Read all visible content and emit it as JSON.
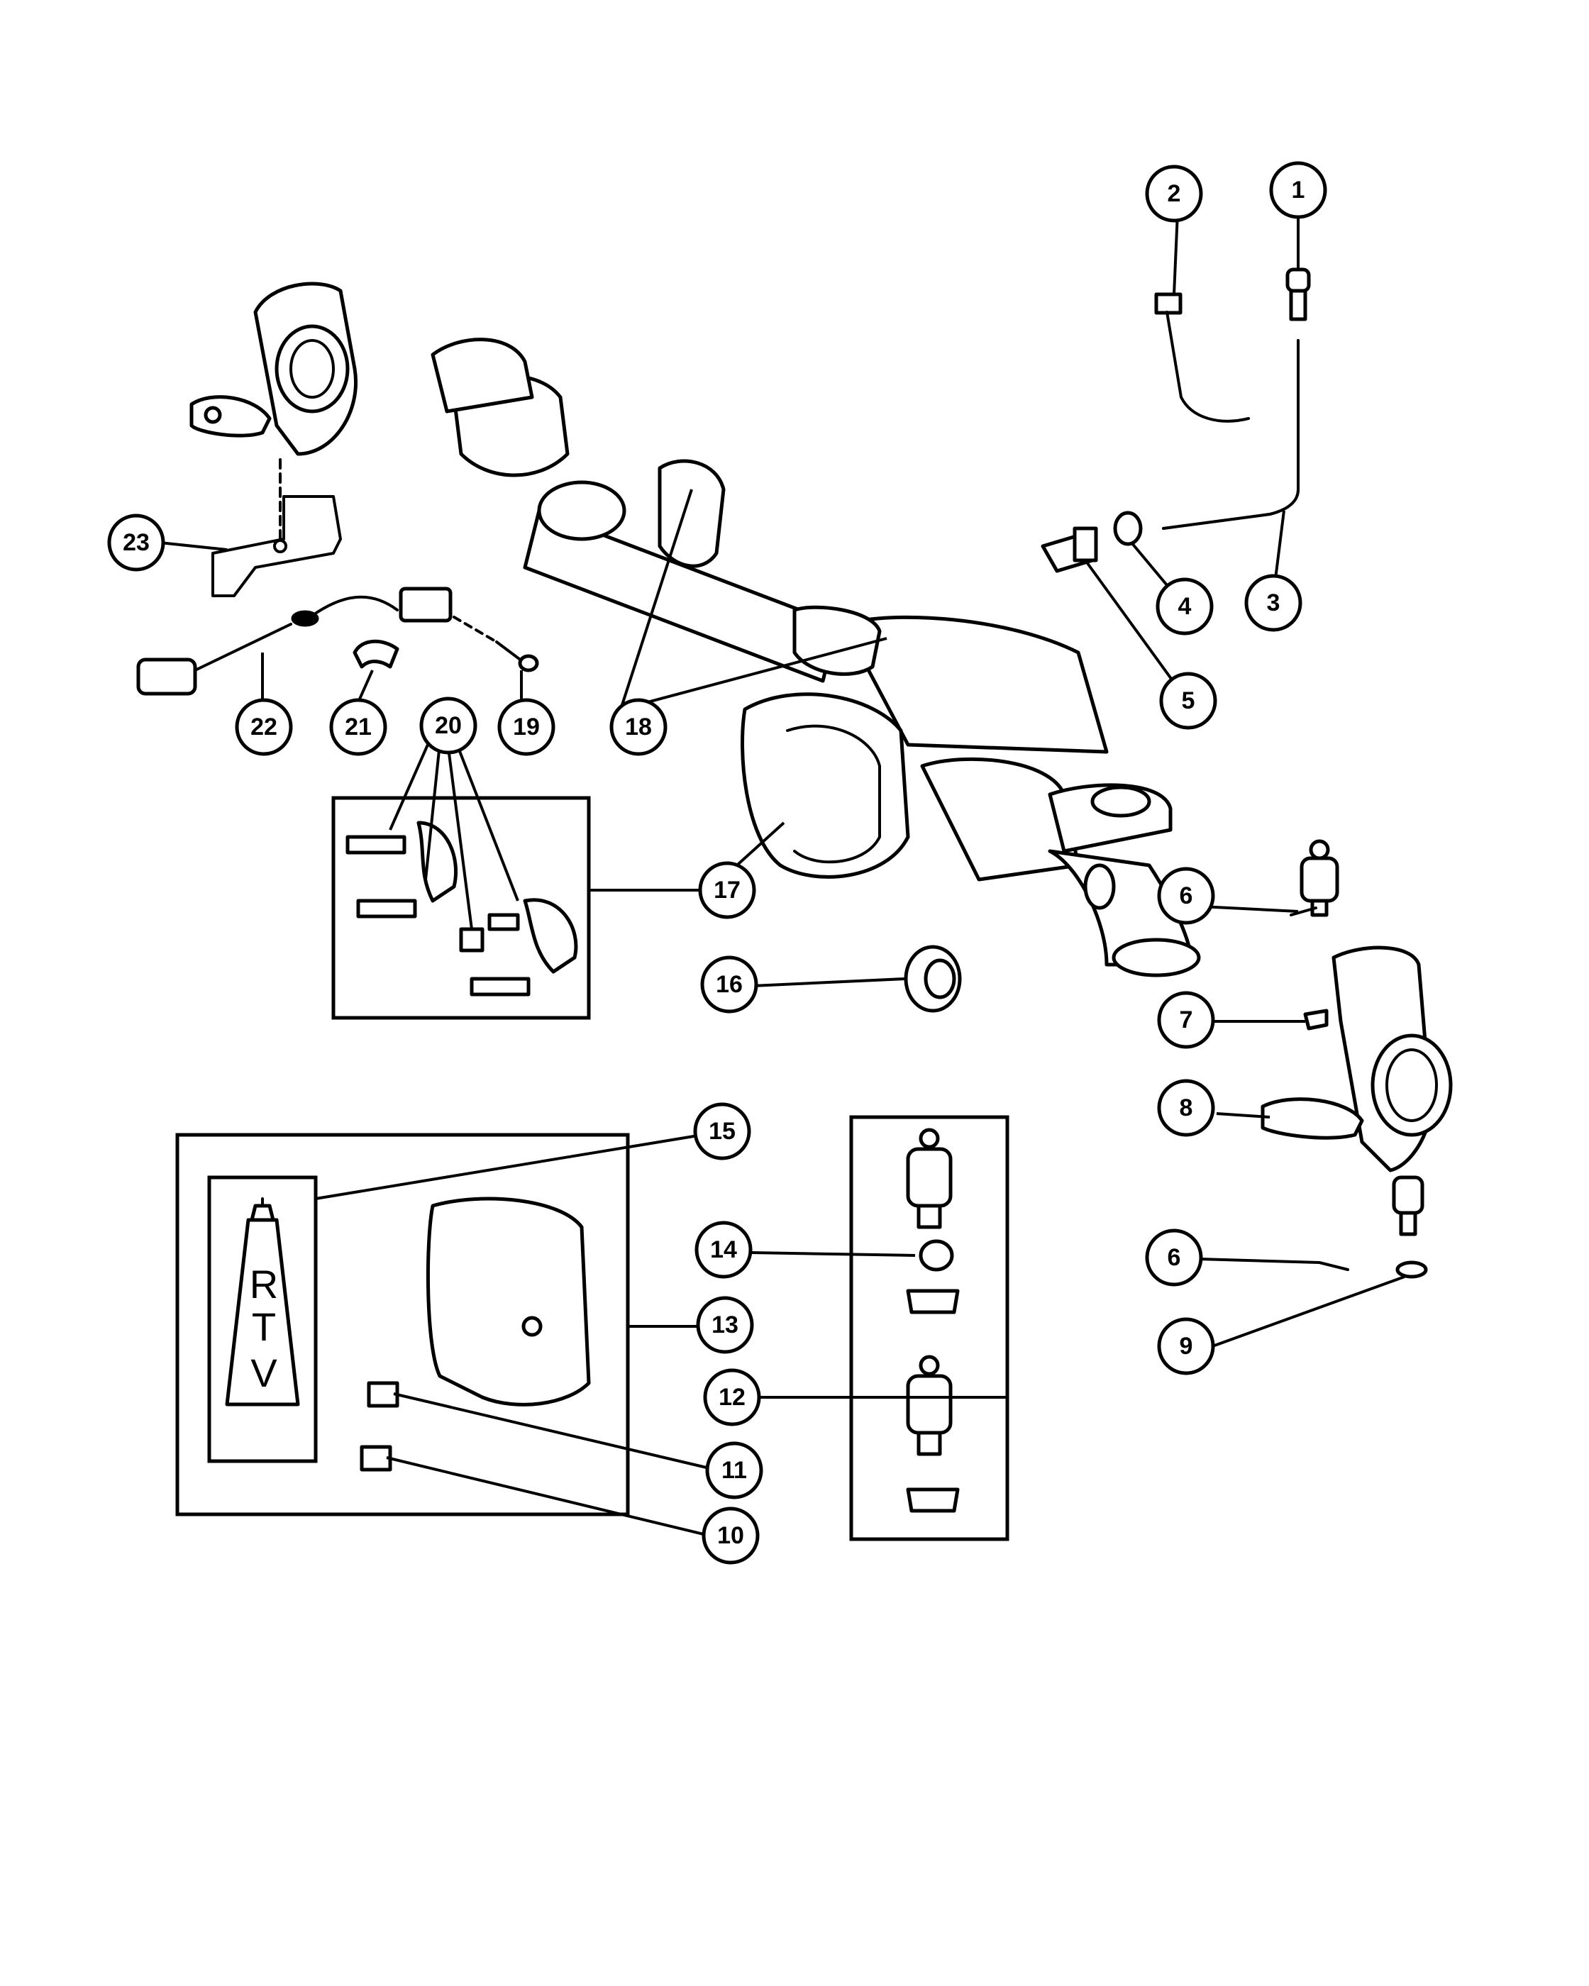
{
  "callouts": {
    "c1": "1",
    "c2": "2",
    "c3": "3",
    "c4": "4",
    "c5": "5",
    "c6a": "6",
    "c6b": "6",
    "c7": "7",
    "c8": "8",
    "c9": "9",
    "c10": "10",
    "c11": "11",
    "c12": "12",
    "c13": "13",
    "c14": "14",
    "c15": "15",
    "c16": "16",
    "c17": "17",
    "c18": "18",
    "c19": "19",
    "c20": "20",
    "c21": "21",
    "c22": "22",
    "c23": "23"
  },
  "rtv_tube": {
    "r": "R",
    "t": "T",
    "v": "V"
  }
}
